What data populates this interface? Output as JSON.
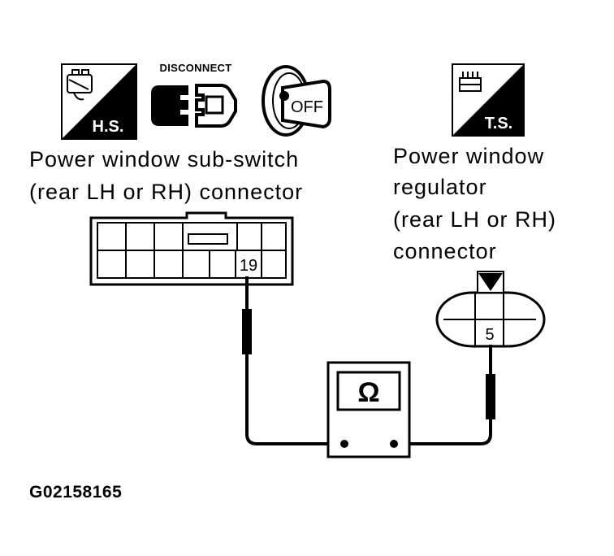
{
  "icons": {
    "hs_label": "H.S.",
    "ts_label": "T.S.",
    "disconnect_label": "DISCONNECT",
    "ignition_label": "OFF"
  },
  "connectors": {
    "sub_switch": {
      "label_line1": "Power window sub-switch",
      "label_line2": "(rear LH or RH) connector",
      "terminal": "19"
    },
    "regulator": {
      "label_line1": "Power window",
      "label_line2": "regulator",
      "label_line3": "(rear LH or RH)",
      "label_line4": "connector",
      "terminal": "5"
    }
  },
  "meter": {
    "symbol": "Ω"
  },
  "figure_code": "G02158165"
}
